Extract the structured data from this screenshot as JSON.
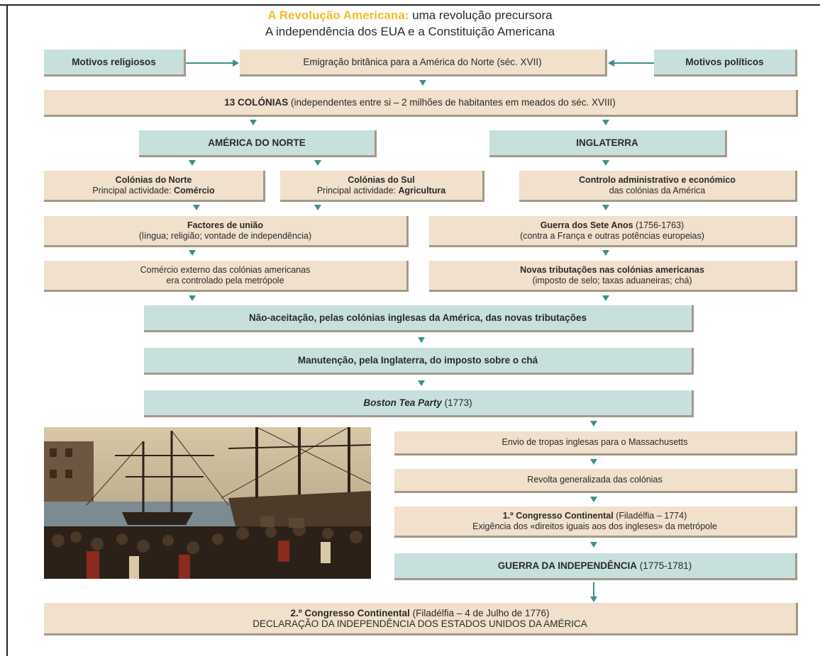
{
  "title": {
    "accent": "A Revolução Americana:",
    "rest": " uma revolução precursora",
    "subtitle": "A independência dos EUA e a Constituição Americana"
  },
  "boxes": {
    "motivos_religiosos": "Motivos religiosos",
    "emigracao": "Emigração britânica para a América do Norte (séc. XVII)",
    "motivos_politicos": "Motivos políticos",
    "colonias13_bold": "13 COLÓNIAS",
    "colonias13_rest": " (independentes entre si – 2 milhões de habitantes em meados do séc. XVIII)",
    "america_norte": "AMÉRICA DO NORTE",
    "inglaterra": "INGLATERRA",
    "norte_title": "Colónias do Norte",
    "norte_prefix": "Principal actividade: ",
    "norte_activity": "Comércio",
    "sul_title": "Colónias do Sul",
    "sul_prefix": "Principal actividade: ",
    "sul_activity": "Agricultura",
    "controlo_title": "Controlo administrativo e económico",
    "controlo_sub": "das colónias da América",
    "uniao_title": "Factores de união",
    "uniao_sub": "(língua; religião; vontade de independência)",
    "guerra7_title": "Guerra dos Sete Anos",
    "guerra7_years": " (1756-1763)",
    "guerra7_sub": "(contra a França e outras potências europeias)",
    "comercio_line1": "Comércio externo das colónias americanas",
    "comercio_line2": "era controlado pela metrópole",
    "trib_title": "Novas tributações nas colónias americanas",
    "trib_sub": "(imposto de selo; taxas aduaneiras; chá)",
    "nao_aceitacao": "Não-aceitação, pelas colónias inglesas da América, das novas tributações",
    "manutencao": "Manutenção, pela Inglaterra, do imposto sobre o chá",
    "boston_title": "Boston Tea Party",
    "boston_year": " (1773)",
    "envio": "Envio de tropas inglesas para o Massachusetts",
    "revolta": "Revolta generalizada das colónias",
    "congresso1_title": "1.º Congresso Continental",
    "congresso1_detail": " (Filadélfia – 1774)",
    "congresso1_sub": "Exigência dos «direitos iguais aos dos ingleses» da metrópole",
    "guerra_indep_title": "GUERRA DA INDEPENDÊNCIA",
    "guerra_indep_years": " (1775-1781)",
    "congresso2_title": "2.º Congresso Continental",
    "congresso2_detail": " (Filadélfia – 4 de Julho de 1776)",
    "declaracao": "DECLARAÇÃO DA INDEPENDÊNCIA DOS ESTADOS UNIDOS DA AMÉRICA"
  },
  "colors": {
    "beige": "#f0e0cc",
    "teal": "#c7e0dd",
    "arrow": "#3c8f8a",
    "title_accent": "#f3bb2a"
  }
}
